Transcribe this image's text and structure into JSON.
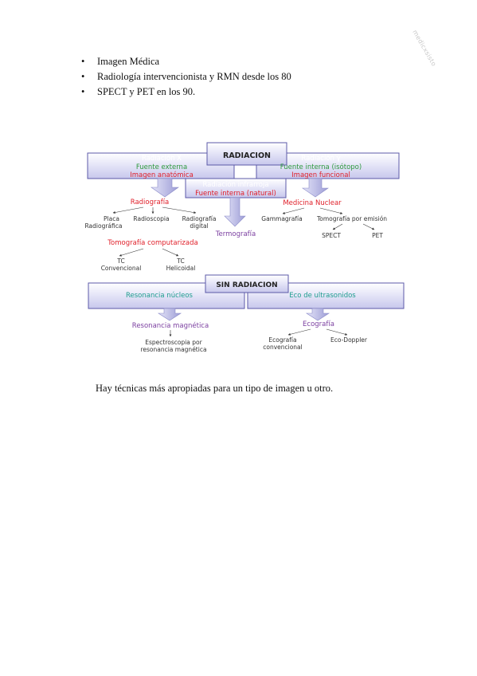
{
  "watermark": "medicxsisto",
  "bullets": [
    "Imagen Médica",
    "Radiología intervencionista y RMN desde los 80",
    "SPECT y PET en los 90."
  ],
  "bullet_glyph": "•",
  "diagram": {
    "radiacion": "RADIACION",
    "rayos_x": {
      "title": "Radiación X",
      "line1": "Fuente externa",
      "line2": "Imagen anatómica"
    },
    "rayos_gamma": {
      "title": "Radiación γ",
      "line1": "Fuente interna (isótopo)",
      "line2": "Imagen funcional"
    },
    "infrarroja": {
      "title": "Radiación infrarroja",
      "line1": "Fuente interna (natural)"
    },
    "radiografia": "Radiografía",
    "placa_1": "Placa",
    "placa_2": "Radiográfica",
    "radioscopia": "Radioscopia",
    "rad_digital_1": "Radiografía",
    "rad_digital_2": "digital",
    "termografia": "Termografía",
    "medicina_nuclear": "Medicina Nuclear",
    "gammagrafia": "Gammagrafía",
    "tomografia_emision": "Tomografía por emisión",
    "spect": "SPECT",
    "pet": "PET",
    "tomografia_computarizada": "Tomografía computarizada",
    "tc_conv_1": "TC",
    "tc_conv_2": "Convencional",
    "tc_hel_1": "TC",
    "tc_hel_2": "Helicoidal",
    "sin_radiacion": "SIN RADIACION",
    "resonancia_nucleos": "Resonancia núcleos",
    "eco_ultrasonidos": "Eco de ultrasonidos",
    "resonancia_magnetica": "Resonancia magnética",
    "espectro_1": "Espectroscopia por",
    "espectro_2": "resonancia magnética",
    "ecografia": "Ecografía",
    "eco_conv_1": "Ecografía",
    "eco_conv_2": "convencional",
    "eco_doppler": "Eco-Doppler"
  },
  "colors": {
    "purple_title": "#7b3fa0",
    "red_text": "#e0202a",
    "green_text": "#2e9a3e",
    "teal_text": "#1f9e8f",
    "box_border": "#5c5aa8",
    "arrow_fill": "#bdbde8"
  },
  "closing": "Hay técnicas más apropiadas para un tipo de imagen u otro."
}
